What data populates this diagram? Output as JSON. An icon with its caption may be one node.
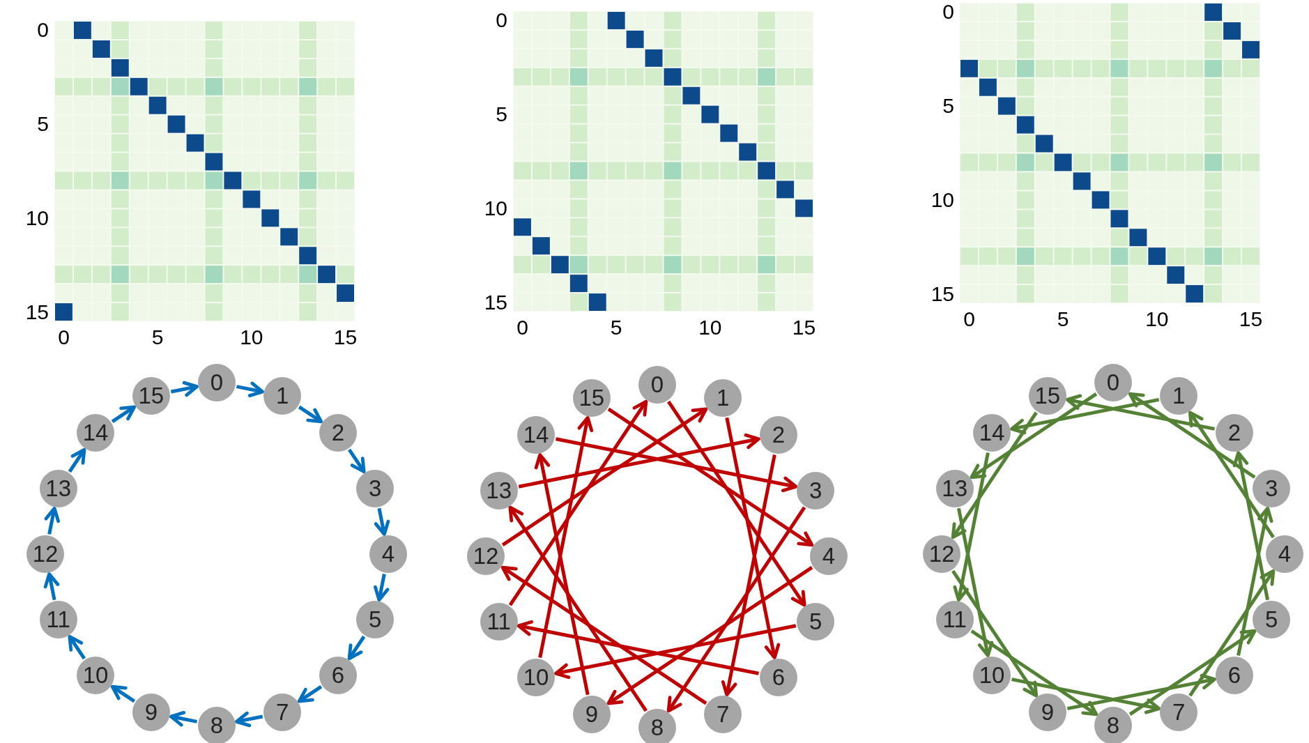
{
  "diagram": {
    "nodes": [
      {
        "text": [
          "0"
        ]
      },
      {
        "text": [
          "1"
        ]
      },
      {
        "text": [
          "2"
        ]
      },
      {
        "text": [
          "3"
        ]
      },
      {
        "text": [
          "4"
        ]
      },
      {
        "text": [
          "5"
        ]
      },
      {
        "text": [
          "6"
        ]
      },
      {
        "text": [
          "7"
        ]
      },
      {
        "text": [
          "8"
        ]
      },
      {
        "text": [
          "9"
        ]
      },
      {
        "text": [
          "10"
        ]
      },
      {
        "text": [
          "11"
        ]
      },
      {
        "text": [
          "12"
        ]
      },
      {
        "text": [
          "13"
        ]
      },
      {
        "text": [
          "14"
        ]
      },
      {
        "text": [
          "15"
        ]
      },
      {
        "text": [
          "0"
        ]
      },
      {
        "text": [
          "1"
        ]
      },
      {
        "text": [
          "2"
        ]
      },
      {
        "text": [
          "3"
        ]
      },
      {
        "text": [
          "4"
        ]
      },
      {
        "text": [
          "5"
        ]
      },
      {
        "text": [
          "6"
        ]
      },
      {
        "text": [
          "7"
        ]
      },
      {
        "text": [
          "8"
        ]
      },
      {
        "text": [
          "9"
        ]
      },
      {
        "text": [
          "10"
        ]
      },
      {
        "text": [
          "11"
        ]
      },
      {
        "text": [
          "12"
        ]
      },
      {
        "text": [
          "13"
        ]
      },
      {
        "text": [
          "14"
        ]
      },
      {
        "text": [
          "15"
        ]
      },
      {
        "text": [
          "0"
        ]
      },
      {
        "text": [
          "1"
        ]
      },
      {
        "text": [
          "2"
        ]
      },
      {
        "text": [
          "3"
        ]
      },
      {
        "text": [
          "4"
        ]
      },
      {
        "text": [
          "5"
        ]
      },
      {
        "text": [
          "6"
        ]
      },
      {
        "text": [
          "7"
        ]
      },
      {
        "text": [
          "8"
        ]
      },
      {
        "text": [
          "9"
        ]
      },
      {
        "text": [
          "10"
        ]
      },
      {
        "text": [
          "11"
        ]
      },
      {
        "text": [
          "12"
        ]
      },
      {
        "text": [
          "13"
        ]
      },
      {
        "text": [
          "14"
        ]
      },
      {
        "text": [
          "15"
        ]
      }
    ],
    "edges": [
      {
        "from": 0,
        "to": 1,
        "arrow": "to",
        "color": "#0070c0"
      },
      {
        "from": 1,
        "to": 2,
        "arrow": "to",
        "color": "#0070c0"
      },
      {
        "from": 2,
        "to": 3,
        "arrow": "to",
        "color": "#0070c0"
      },
      {
        "from": 3,
        "to": 4,
        "arrow": "to",
        "color": "#0070c0"
      },
      {
        "from": 4,
        "to": 5,
        "arrow": "to",
        "color": "#0070c0"
      },
      {
        "from": 5,
        "to": 6,
        "arrow": "to",
        "color": "#0070c0"
      },
      {
        "from": 6,
        "to": 7,
        "arrow": "to",
        "color": "#0070c0"
      },
      {
        "from": 7,
        "to": 8,
        "arrow": "to",
        "color": "#0070c0"
      },
      {
        "from": 8,
        "to": 9,
        "arrow": "to",
        "color": "#0070c0"
      },
      {
        "from": 9,
        "to": 10,
        "arrow": "to",
        "color": "#0070c0"
      },
      {
        "from": 10,
        "to": 11,
        "arrow": "to",
        "color": "#0070c0"
      },
      {
        "from": 11,
        "to": 12,
        "arrow": "to",
        "color": "#0070c0"
      },
      {
        "from": 12,
        "to": 13,
        "arrow": "to",
        "color": "#0070c0"
      },
      {
        "from": 13,
        "to": 14,
        "arrow": "to",
        "color": "#0070c0"
      },
      {
        "from": 14,
        "to": 15,
        "arrow": "to",
        "color": "#0070c0"
      },
      {
        "from": 15,
        "to": 0,
        "arrow": "to",
        "color": "#0070c0"
      },
      {
        "from": 16,
        "to": 21,
        "arrow": "to",
        "color": "#c00000"
      },
      {
        "from": 17,
        "to": 22,
        "arrow": "to",
        "color": "#c00000"
      },
      {
        "from": 18,
        "to": 23,
        "arrow": "to",
        "color": "#c00000"
      },
      {
        "from": 19,
        "to": 24,
        "arrow": "to",
        "color": "#c00000"
      },
      {
        "from": 20,
        "to": 25,
        "arrow": "to",
        "color": "#c00000"
      },
      {
        "from": 21,
        "to": 26,
        "arrow": "to",
        "color": "#c00000"
      },
      {
        "from": 22,
        "to": 27,
        "arrow": "to",
        "color": "#c00000"
      },
      {
        "from": 23,
        "to": 28,
        "arrow": "to",
        "color": "#c00000"
      },
      {
        "from": 24,
        "to": 29,
        "arrow": "to",
        "color": "#c00000"
      },
      {
        "from": 25,
        "to": 30,
        "arrow": "to",
        "color": "#c00000"
      },
      {
        "from": 26,
        "to": 31,
        "arrow": "to",
        "color": "#c00000"
      },
      {
        "from": 27,
        "to": 16,
        "arrow": "to",
        "color": "#c00000"
      },
      {
        "from": 28,
        "to": 17,
        "arrow": "to",
        "color": "#c00000"
      },
      {
        "from": 29,
        "to": 18,
        "arrow": "to",
        "color": "#c00000"
      },
      {
        "from": 30,
        "to": 19,
        "arrow": "to",
        "color": "#c00000"
      },
      {
        "from": 31,
        "to": 20,
        "arrow": "to",
        "color": "#c00000"
      },
      {
        "from": 32,
        "to": 45,
        "arrow": "to",
        "color": "#548235"
      },
      {
        "from": 33,
        "to": 46,
        "arrow": "to",
        "color": "#548235"
      },
      {
        "from": 34,
        "to": 47,
        "arrow": "to",
        "color": "#548235"
      },
      {
        "from": 35,
        "to": 32,
        "arrow": "to",
        "color": "#548235"
      },
      {
        "from": 36,
        "to": 33,
        "arrow": "to",
        "color": "#548235"
      },
      {
        "from": 37,
        "to": 34,
        "arrow": "to",
        "color": "#548235"
      },
      {
        "from": 38,
        "to": 35,
        "arrow": "to",
        "color": "#548235"
      },
      {
        "from": 39,
        "to": 36,
        "arrow": "to",
        "color": "#548235"
      },
      {
        "from": 40,
        "to": 37,
        "arrow": "to",
        "color": "#548235"
      },
      {
        "from": 41,
        "to": 38,
        "arrow": "to",
        "color": "#548235"
      },
      {
        "from": 42,
        "to": 39,
        "arrow": "to",
        "color": "#548235"
      },
      {
        "from": 43,
        "to": 40,
        "arrow": "to",
        "color": "#548235"
      },
      {
        "from": 44,
        "to": 41,
        "arrow": "to",
        "color": "#548235"
      },
      {
        "from": 45,
        "to": 42,
        "arrow": "to",
        "color": "#548235"
      },
      {
        "from": 46,
        "to": 43,
        "arrow": "to",
        "color": "#548235"
      },
      {
        "from": 47,
        "to": 44,
        "arrow": "to",
        "color": "#548235"
      }
    ],
    "labels": [
      "0",
      "5",
      "10",
      "15",
      "0",
      "5",
      "10",
      "15",
      "0",
      "5",
      "10",
      "15",
      "0",
      "5",
      "10",
      "15",
      "0",
      "5",
      "10",
      "15",
      "0",
      "5",
      "10",
      "15"
    ]
  }
}
